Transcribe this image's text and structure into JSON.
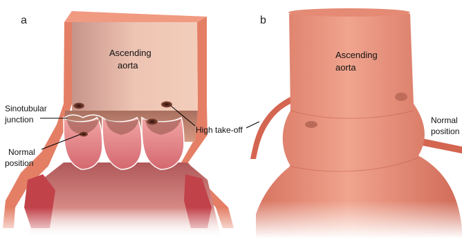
{
  "panels": {
    "a": {
      "letter": "a",
      "title_line1": "Ascending",
      "title_line2": "aorta",
      "sinotubular_line1": "Sinotubular",
      "sinotubular_line2": "junction",
      "normal_line1": "Normal",
      "normal_line2": "position",
      "high_takeoff": "High take-off"
    },
    "b": {
      "letter": "b",
      "title_line1": "Ascending",
      "title_line2": "aorta",
      "normal_line1": "Normal",
      "normal_line2": "position"
    }
  },
  "colors": {
    "aorta_wall": "#e88a72",
    "aorta_inner": "#eab8a5",
    "aorta_dark": "#9a5a4a",
    "cusp": "#e58a8a",
    "coronary": "#5a2a20"
  }
}
